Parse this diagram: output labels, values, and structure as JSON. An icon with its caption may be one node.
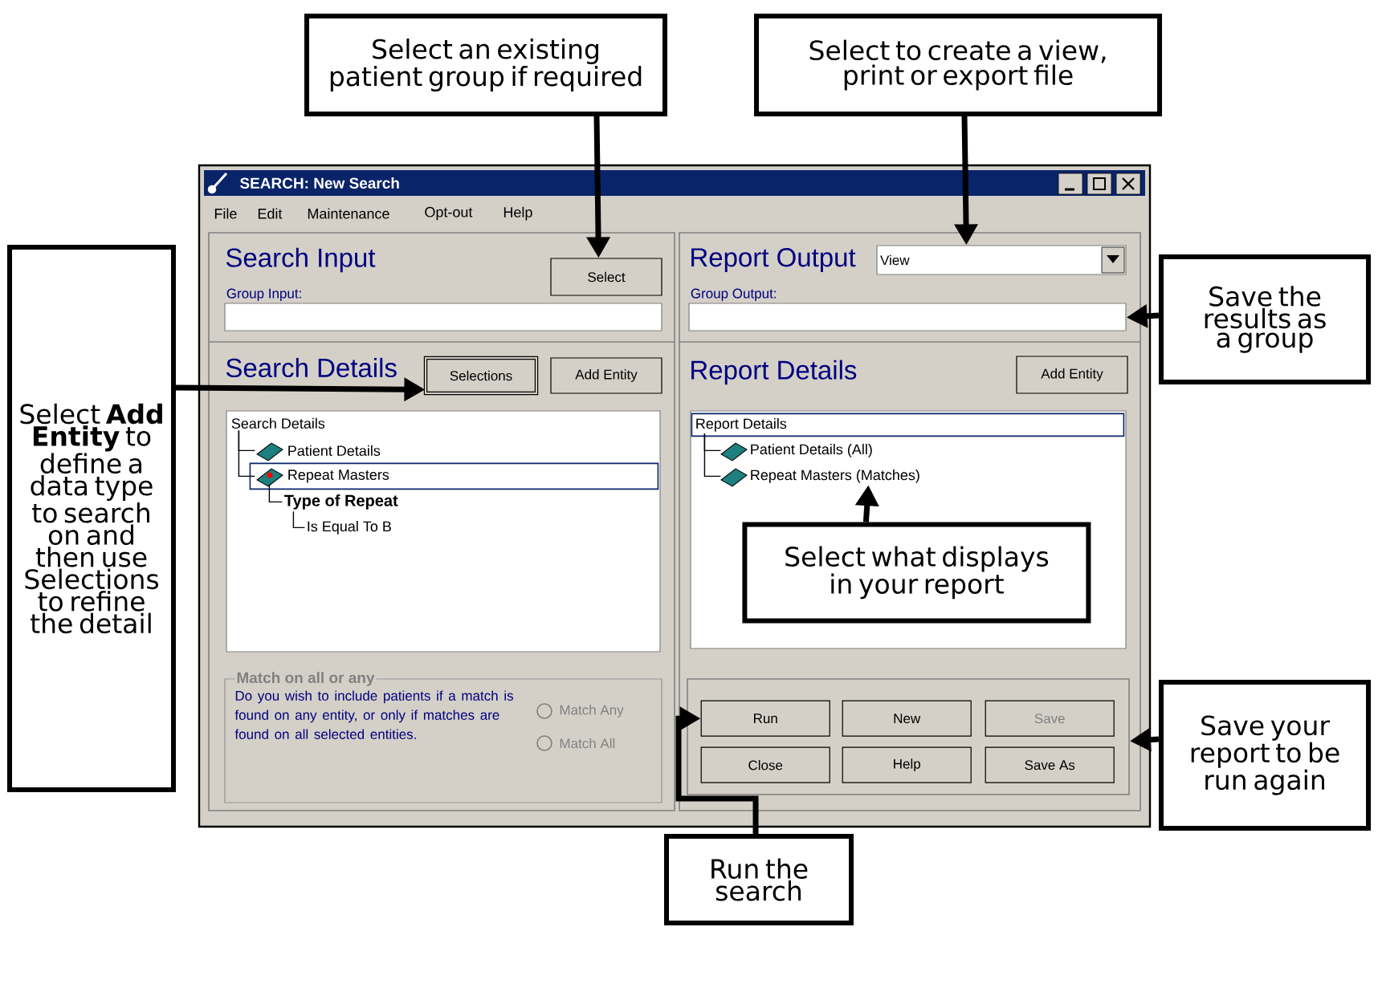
{
  "diagram": {
    "nodes": [
      {
        "text": [
          "Select an existing patient group if required"
        ]
      },
      {
        "text": [
          "Select to create a view, print or export file"
        ]
      },
      {
        "text": [
          "Select **Add Entity** to define a data type to search on and then use Selections to refine the detail"
        ]
      },
      {
        "text": [
          "Save the results as a group"
        ]
      },
      {
        "text": [
          "Select what displays in your report"
        ],
        "in": 20
      },
      {
        "text": [
          "Save your report to be run again"
        ]
      },
      {
        "text": [
          "Run the search"
        ]
      },
      {
        "text": [
          "Select"
        ]
      },
      {
        "text": [
          "View"
        ]
      },
      {
        "text": [],
        "shape": "box",
        "beside": [
          "Group Input:"
        ]
      },
      {
        "text": [],
        "shape": "box",
        "beside": [
          "Group Output:"
        ]
      },
      {
        "text": [
          "Selections"
        ]
      },
      {
        "text": [
          "Add Entity"
        ]
      },
      {
        "text": [
          "Add Entity"
        ]
      },
      {
        "text": [],
        "shape": "box"
      },
      {
        "text": [
          "Search Details"
        ],
        "in": 14
      },
      {
        "text": [
          "Patient Details"
        ],
        "in": 14
      },
      {
        "text": [
          "Repeat Masters"
        ],
        "in": 14
      },
      {
        "text": [
          "Type of Repeat"
        ],
        "in": 14
      },
      {
        "text": [
          "Is Equal To B"
        ],
        "in": 14
      },
      {
        "text": [],
        "shape": "box"
      },
      {
        "text": [
          "Report Details"
        ],
        "in": 20
      },
      {
        "text": [
          "Patient Details (All)"
        ],
        "in": 20
      },
      {
        "text": [
          "Repeat Masters (Matches)"
        ],
        "in": 20
      },
      {
        "text": [
          "Match on all or any",
          "Do you wish to include patients if a match is found on any entity, or only if matches are found on all selected entities.",
          "Match Any",
          "Match All"
        ]
      },
      {
        "text": [],
        "shape": "box"
      },
      {
        "text": [
          "Run"
        ],
        "in": 25
      },
      {
        "text": [
          "New"
        ],
        "in": 25
      },
      {
        "text": [
          "Save"
        ],
        "in": 25
      },
      {
        "text": [
          "Close"
        ],
        "in": 25
      },
      {
        "text": [
          "Help"
        ],
        "in": 25
      },
      {
        "text": [
          "Save As"
        ],
        "in": 25
      }
    ],
    "edges": [
      {
        "from": 0,
        "to": 7,
        "arrow": "to"
      },
      {
        "from": 1,
        "to": 8,
        "arrow": "to"
      },
      {
        "from": 2,
        "to": 11,
        "arrow": "to"
      },
      {
        "from": 3,
        "to": 10,
        "arrow": "to"
      },
      {
        "from": 4,
        "to": 23,
        "arrow": "to"
      },
      {
        "from": 5,
        "to": 25,
        "arrow": "to"
      },
      {
        "from": 6,
        "to": 26,
        "arrow": "to"
      },
      {
        "from": 15,
        "to": 16,
        "arrow": "none"
      },
      {
        "from": 15,
        "to": 17,
        "arrow": "none"
      },
      {
        "from": 17,
        "to": 18,
        "arrow": "none"
      },
      {
        "from": 18,
        "to": 19,
        "arrow": "none"
      },
      {
        "from": 21,
        "to": 22,
        "arrow": "none"
      },
      {
        "from": 21,
        "to": 23,
        "arrow": "none"
      }
    ],
    "labels": [
      "SEARCH: New Search",
      "File",
      "Edit",
      "Maintenance",
      "Opt-out",
      "Help",
      "Search Input",
      "Report Output",
      "Search Details",
      "Report Details"
    ]
  }
}
